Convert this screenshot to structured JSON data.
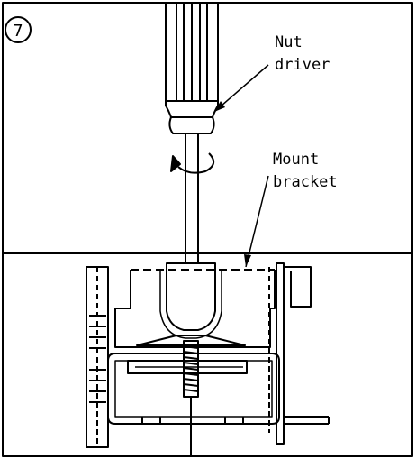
{
  "step": {
    "number": "7"
  },
  "labels": {
    "nut_driver": [
      "Nut",
      "driver"
    ],
    "mount_bracket": [
      "Mount",
      "bracket"
    ]
  }
}
